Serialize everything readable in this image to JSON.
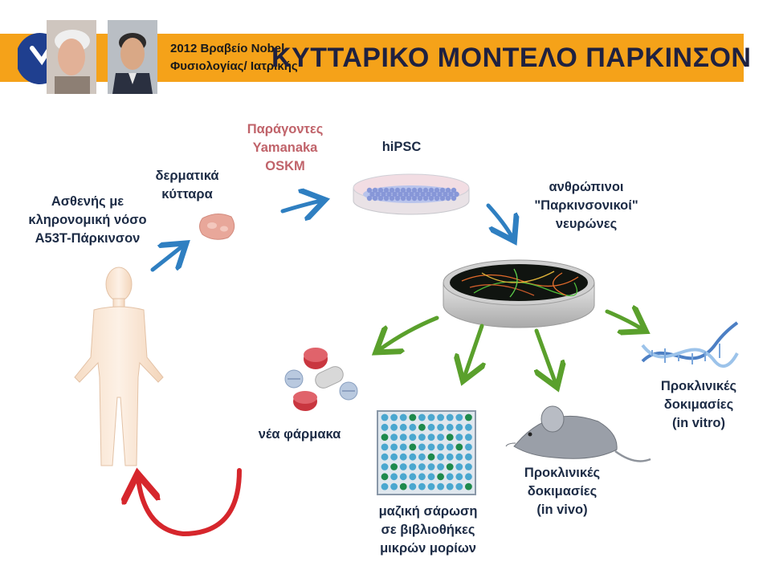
{
  "header": {
    "nobel_line1": "2012 Βραβείο Nobel",
    "nobel_line2": "Φυσιολογίας/ Ιατρικής",
    "title": "ΚΥΤΤΑΡΙΚΟ ΜΟΝΤΕΛΟ ΠΑΡΚΙΝΣΟΝ"
  },
  "labels": {
    "patient": [
      "Ασθενής με",
      "κληρονομική νόσο",
      "Α53Τ-Πάρκινσον"
    ],
    "skin_cells": [
      "δερματικά",
      "κύτταρα"
    ],
    "yamanaka": [
      "Παράγοντες",
      "Yamanaka",
      "OSKM"
    ],
    "hipsc": "hiPSC",
    "neurons": [
      "ανθρώπινοι",
      "\"Παρκινσονικοί\"",
      "νευρώνες"
    ],
    "in_vitro": [
      "Προκλινικές",
      "δοκιμασίες",
      "(in vitro)"
    ],
    "in_vivo": [
      "Προκλινικές",
      "δοκιμασίες",
      "(in vivo)"
    ],
    "screening": [
      "μαζική σάρωση",
      "σε βιβλιοθήκες",
      "μικρών μορίων"
    ],
    "new_drugs": "νέα φάρμακα"
  },
  "colors": {
    "banner": "#f5a219",
    "blue_arrow": "#2f7fc1",
    "green_arrow": "#5aa02c",
    "red_arrow": "#d6262c",
    "label_text": "#1c2b45",
    "yamanaka_text": "#c0636a"
  }
}
